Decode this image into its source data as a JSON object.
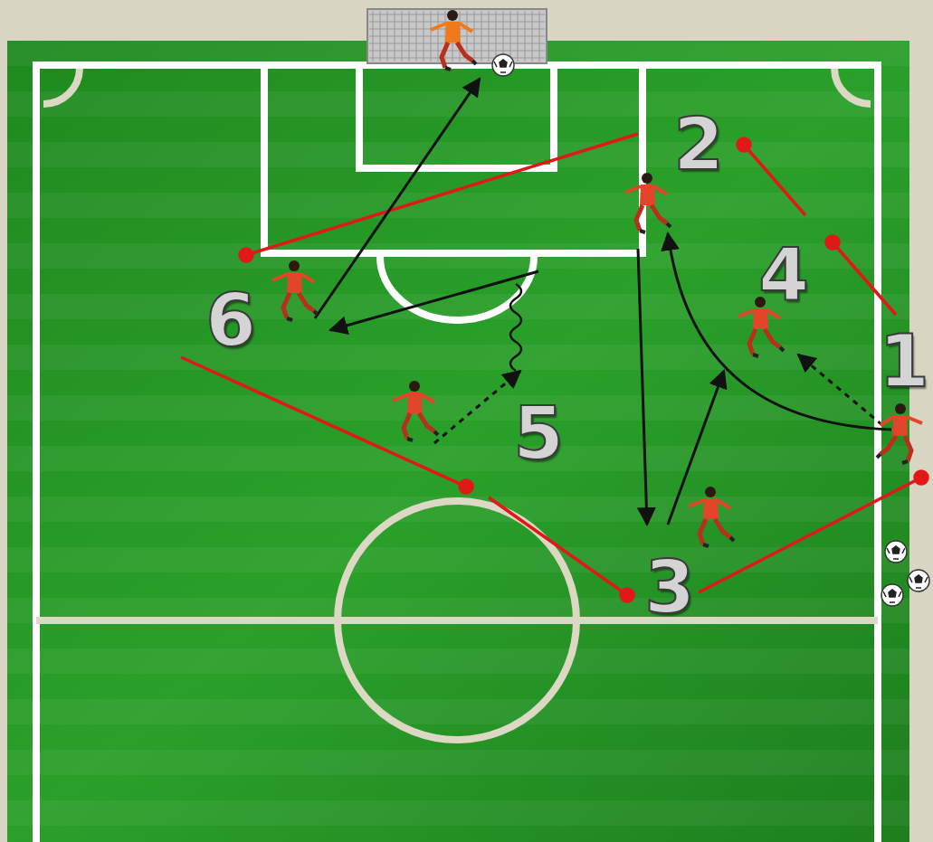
{
  "diagram": {
    "labels": [
      "2",
      "4",
      "1",
      "6",
      "5",
      "3"
    ]
  }
}
